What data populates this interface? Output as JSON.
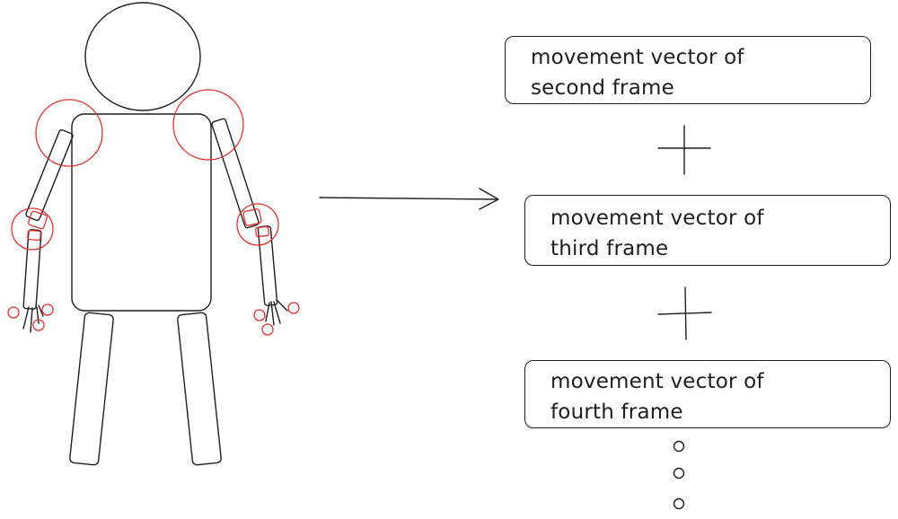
{
  "boxes": [
    {
      "line1": "movement vector of",
      "line2": "second frame"
    },
    {
      "line1": "movement vector of",
      "line2": "third frame"
    },
    {
      "line1": "movement vector of",
      "line2": "fourth frame"
    }
  ],
  "colors": {
    "stroke": "#1e1e1e",
    "joint_highlight": "#e03131",
    "background": "#ffffff"
  },
  "icons": [
    "plus-icon",
    "arrow-right-icon",
    "ellipsis-dots-icon"
  ]
}
